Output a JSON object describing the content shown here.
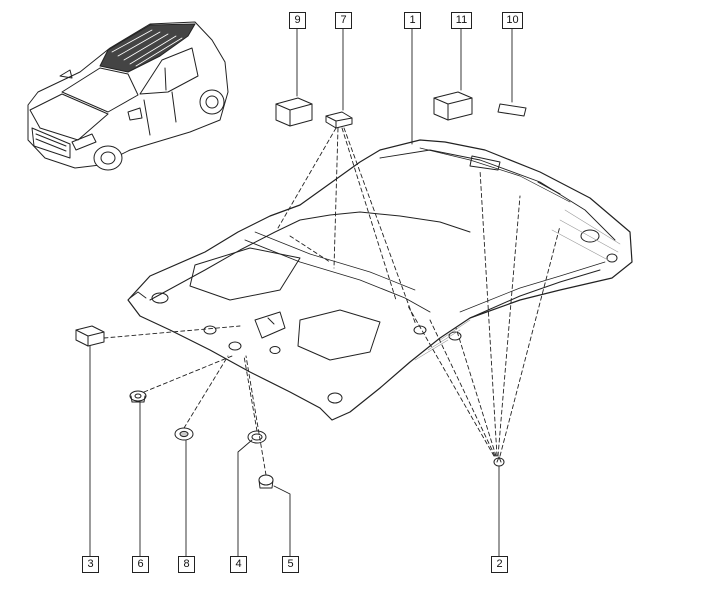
{
  "diagram": {
    "callouts": [
      {
        "id": "c9",
        "label": "9"
      },
      {
        "id": "c7",
        "label": "7"
      },
      {
        "id": "c1",
        "label": "1"
      },
      {
        "id": "c11",
        "label": "11"
      },
      {
        "id": "c10",
        "label": "10"
      },
      {
        "id": "c3",
        "label": "3"
      },
      {
        "id": "c6",
        "label": "6"
      },
      {
        "id": "c8",
        "label": "8"
      },
      {
        "id": "c4",
        "label": "4"
      },
      {
        "id": "c5",
        "label": "5"
      },
      {
        "id": "c2",
        "label": "2"
      }
    ]
  },
  "colors": {
    "line": "#222222",
    "fill": "#ffffff",
    "shade": "#c9c9c9"
  }
}
